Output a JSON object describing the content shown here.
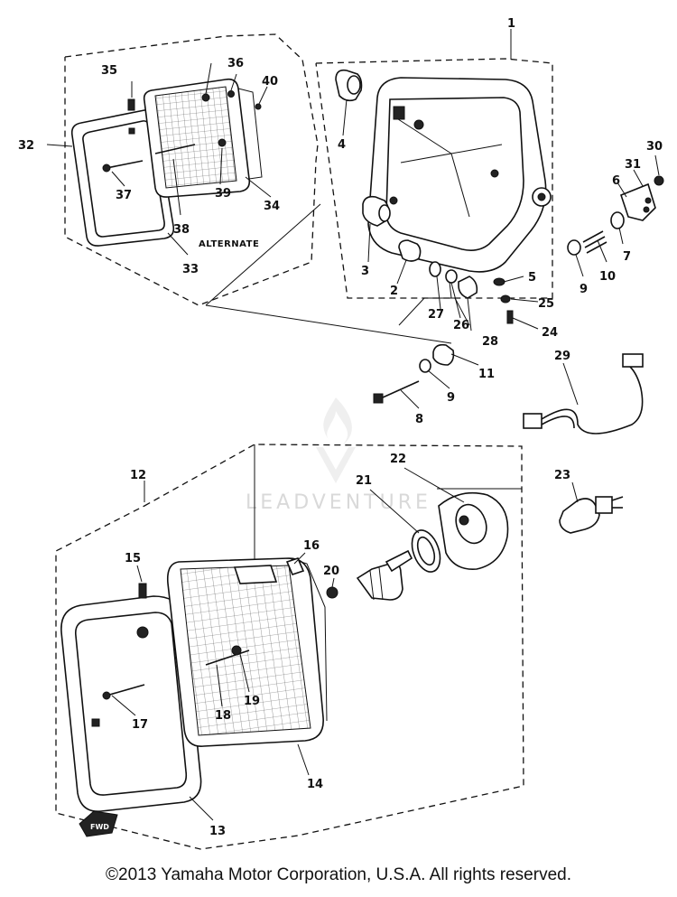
{
  "diagram": {
    "callouts": [
      "1",
      "2",
      "3",
      "4",
      "5",
      "6",
      "7",
      "8",
      "9",
      "9",
      "10",
      "11",
      "12",
      "13",
      "14",
      "15",
      "16",
      "17",
      "18",
      "19",
      "20",
      "21",
      "22",
      "23",
      "24",
      "25",
      "26",
      "27",
      "28",
      "29",
      "30",
      "31",
      "32",
      "33",
      "34",
      "35",
      "36",
      "37",
      "38",
      "39",
      "40"
    ],
    "alternate_label": "ALTERNATE",
    "watermark": "LEADVENTURE",
    "front_marker": "FWD"
  },
  "footer": {
    "copyright": "©2013 Yamaha Motor Corporation, U.S.A. All rights reserved."
  }
}
